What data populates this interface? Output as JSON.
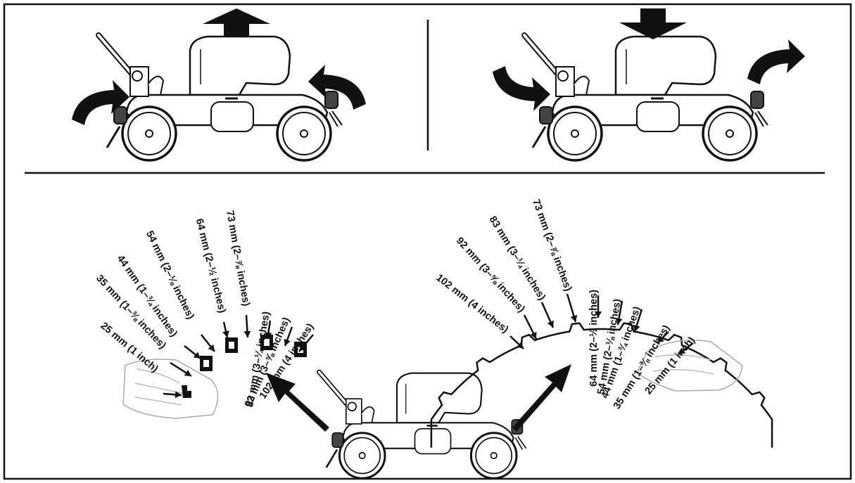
{
  "left_labels": [
    "25 mm (1 inch)",
    "35 mm (1–⅜ inches)",
    "44 mm (1–¾ inches)",
    "54 mm (2–⅛ inches)",
    "64 mm (2–½ inches)",
    "73 mm (2–⅞ inches)",
    "83 mm (3–¼ inches)",
    "92 mm (3–⅝ inches)",
    "102 mm (4 inches)"
  ],
  "right_labels": [
    "102 mm (4 inches)",
    "92 mm (3–⅝ inches)",
    "83 mm (3–¼ inches)",
    "73 mm (2–⅞ inches)",
    "64 mm (2–½ inches)",
    "54 mm (2–⅛ inches)",
    "44 mm (1–¾ inches)",
    "35 mm (1–⅜ inches)",
    "25 mm (1 inch)"
  ],
  "icons": {
    "raise": "arrow-up-icon",
    "lower": "arrow-down-icon",
    "rotate": "curved-arrow-icon",
    "mower": "lawn-mower-icon",
    "hand": "hand-icon"
  },
  "colors": {
    "ink": "#111111",
    "paper": "#ffffff"
  }
}
